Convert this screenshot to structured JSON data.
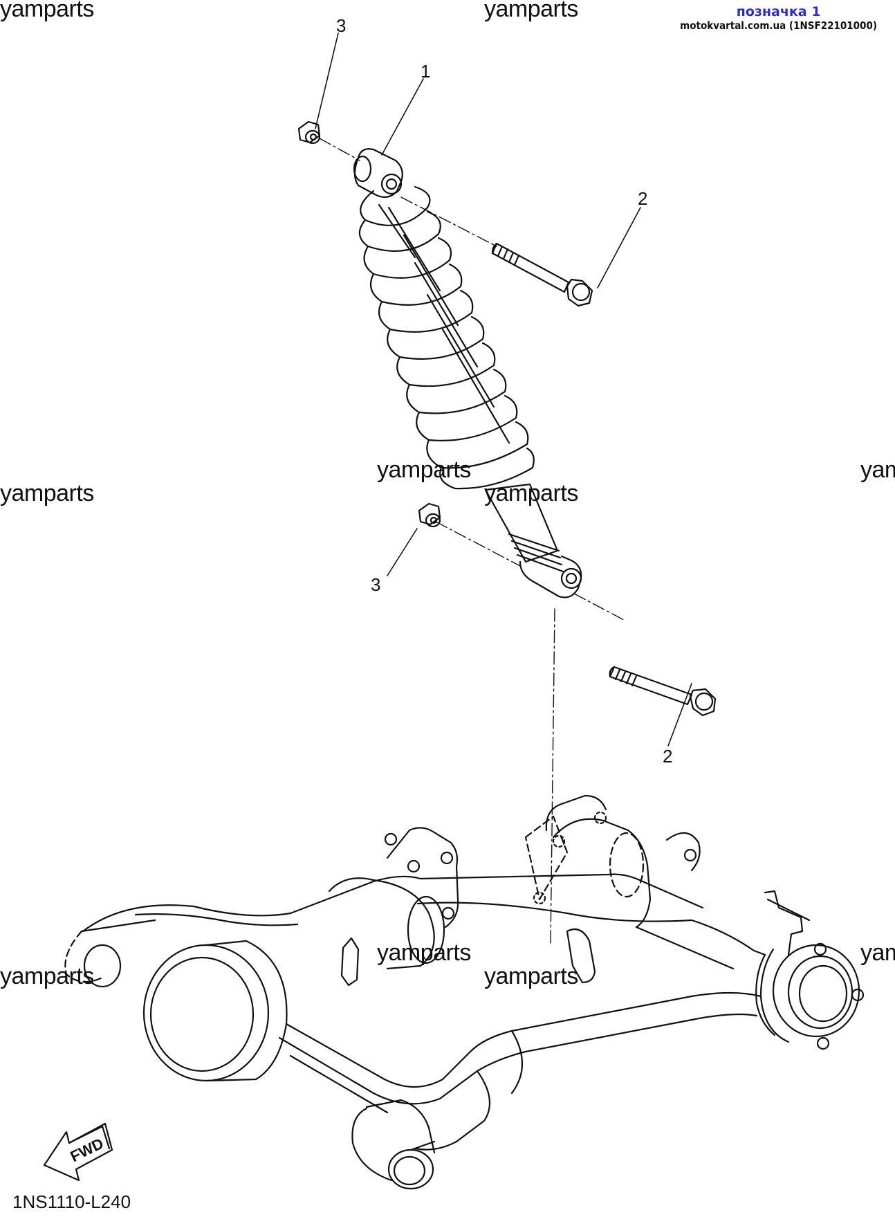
{
  "header": {
    "tag_label": "позначка 1",
    "site_ref": "motokvartal.com.ua (1NSF22101000)"
  },
  "watermarks": [
    "yamparts",
    "yamparts",
    "yamparts",
    "yamparts",
    "yamparts",
    "yam",
    "yamparts",
    "yamparts",
    "yamparts",
    "yam"
  ],
  "callouts": {
    "c1": "1",
    "c2_top": "2",
    "c3_top": "3",
    "c3_mid": "3",
    "c2_bottom": "2"
  },
  "fwd_label": "FWD",
  "drawing_code": "1NS1110-L240",
  "icons": [
    "shock-absorber-icon",
    "bolt-icon",
    "nut-icon",
    "swingarm-icon",
    "fwd-arrow-icon"
  ]
}
